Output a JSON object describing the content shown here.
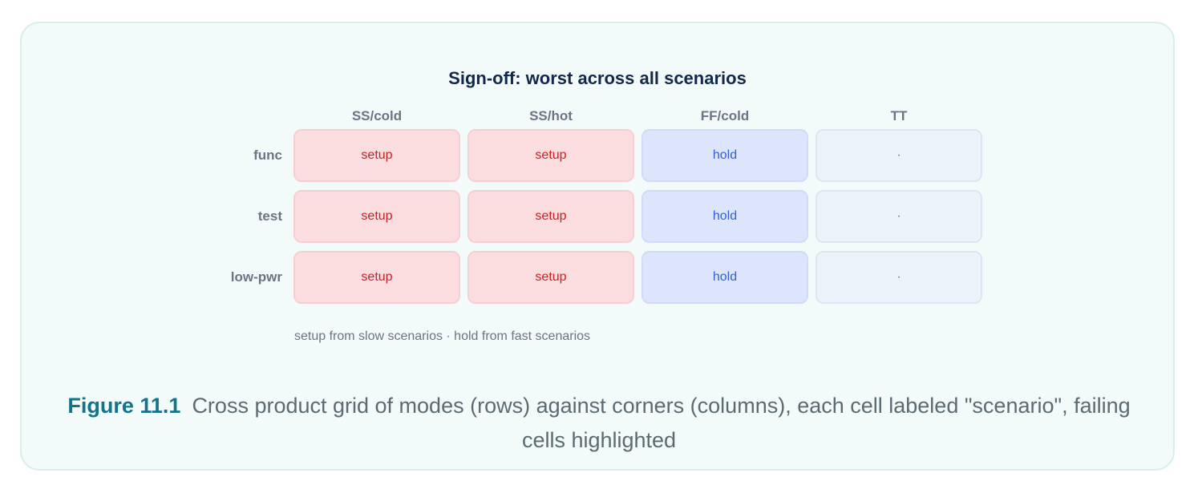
{
  "diagram": {
    "title": "Sign-off: worst across all scenarios",
    "columns": [
      "SS/cold",
      "SS/hot",
      "FF/cold",
      "TT"
    ],
    "rows": [
      {
        "label": "func",
        "cells": [
          "setup",
          "setup",
          "hold",
          "·"
        ]
      },
      {
        "label": "test",
        "cells": [
          "setup",
          "setup",
          "hold",
          "·"
        ]
      },
      {
        "label": "low-pwr",
        "cells": [
          "setup",
          "setup",
          "hold",
          "·"
        ]
      }
    ],
    "note": "setup from slow scenarios · hold from fast scenarios",
    "colors": {
      "setup_bg": "#fbdde0",
      "setup_text": "#cc1f1f",
      "hold_bg": "#dde5fc",
      "hold_text": "#2f62d8",
      "neutral_bg": "#edf3fb"
    }
  },
  "caption": {
    "label": "Figure 11.1",
    "text": "Cross product grid of modes (rows) against corners (columns), each cell labeled \"scenario\", failing cells highlighted"
  }
}
